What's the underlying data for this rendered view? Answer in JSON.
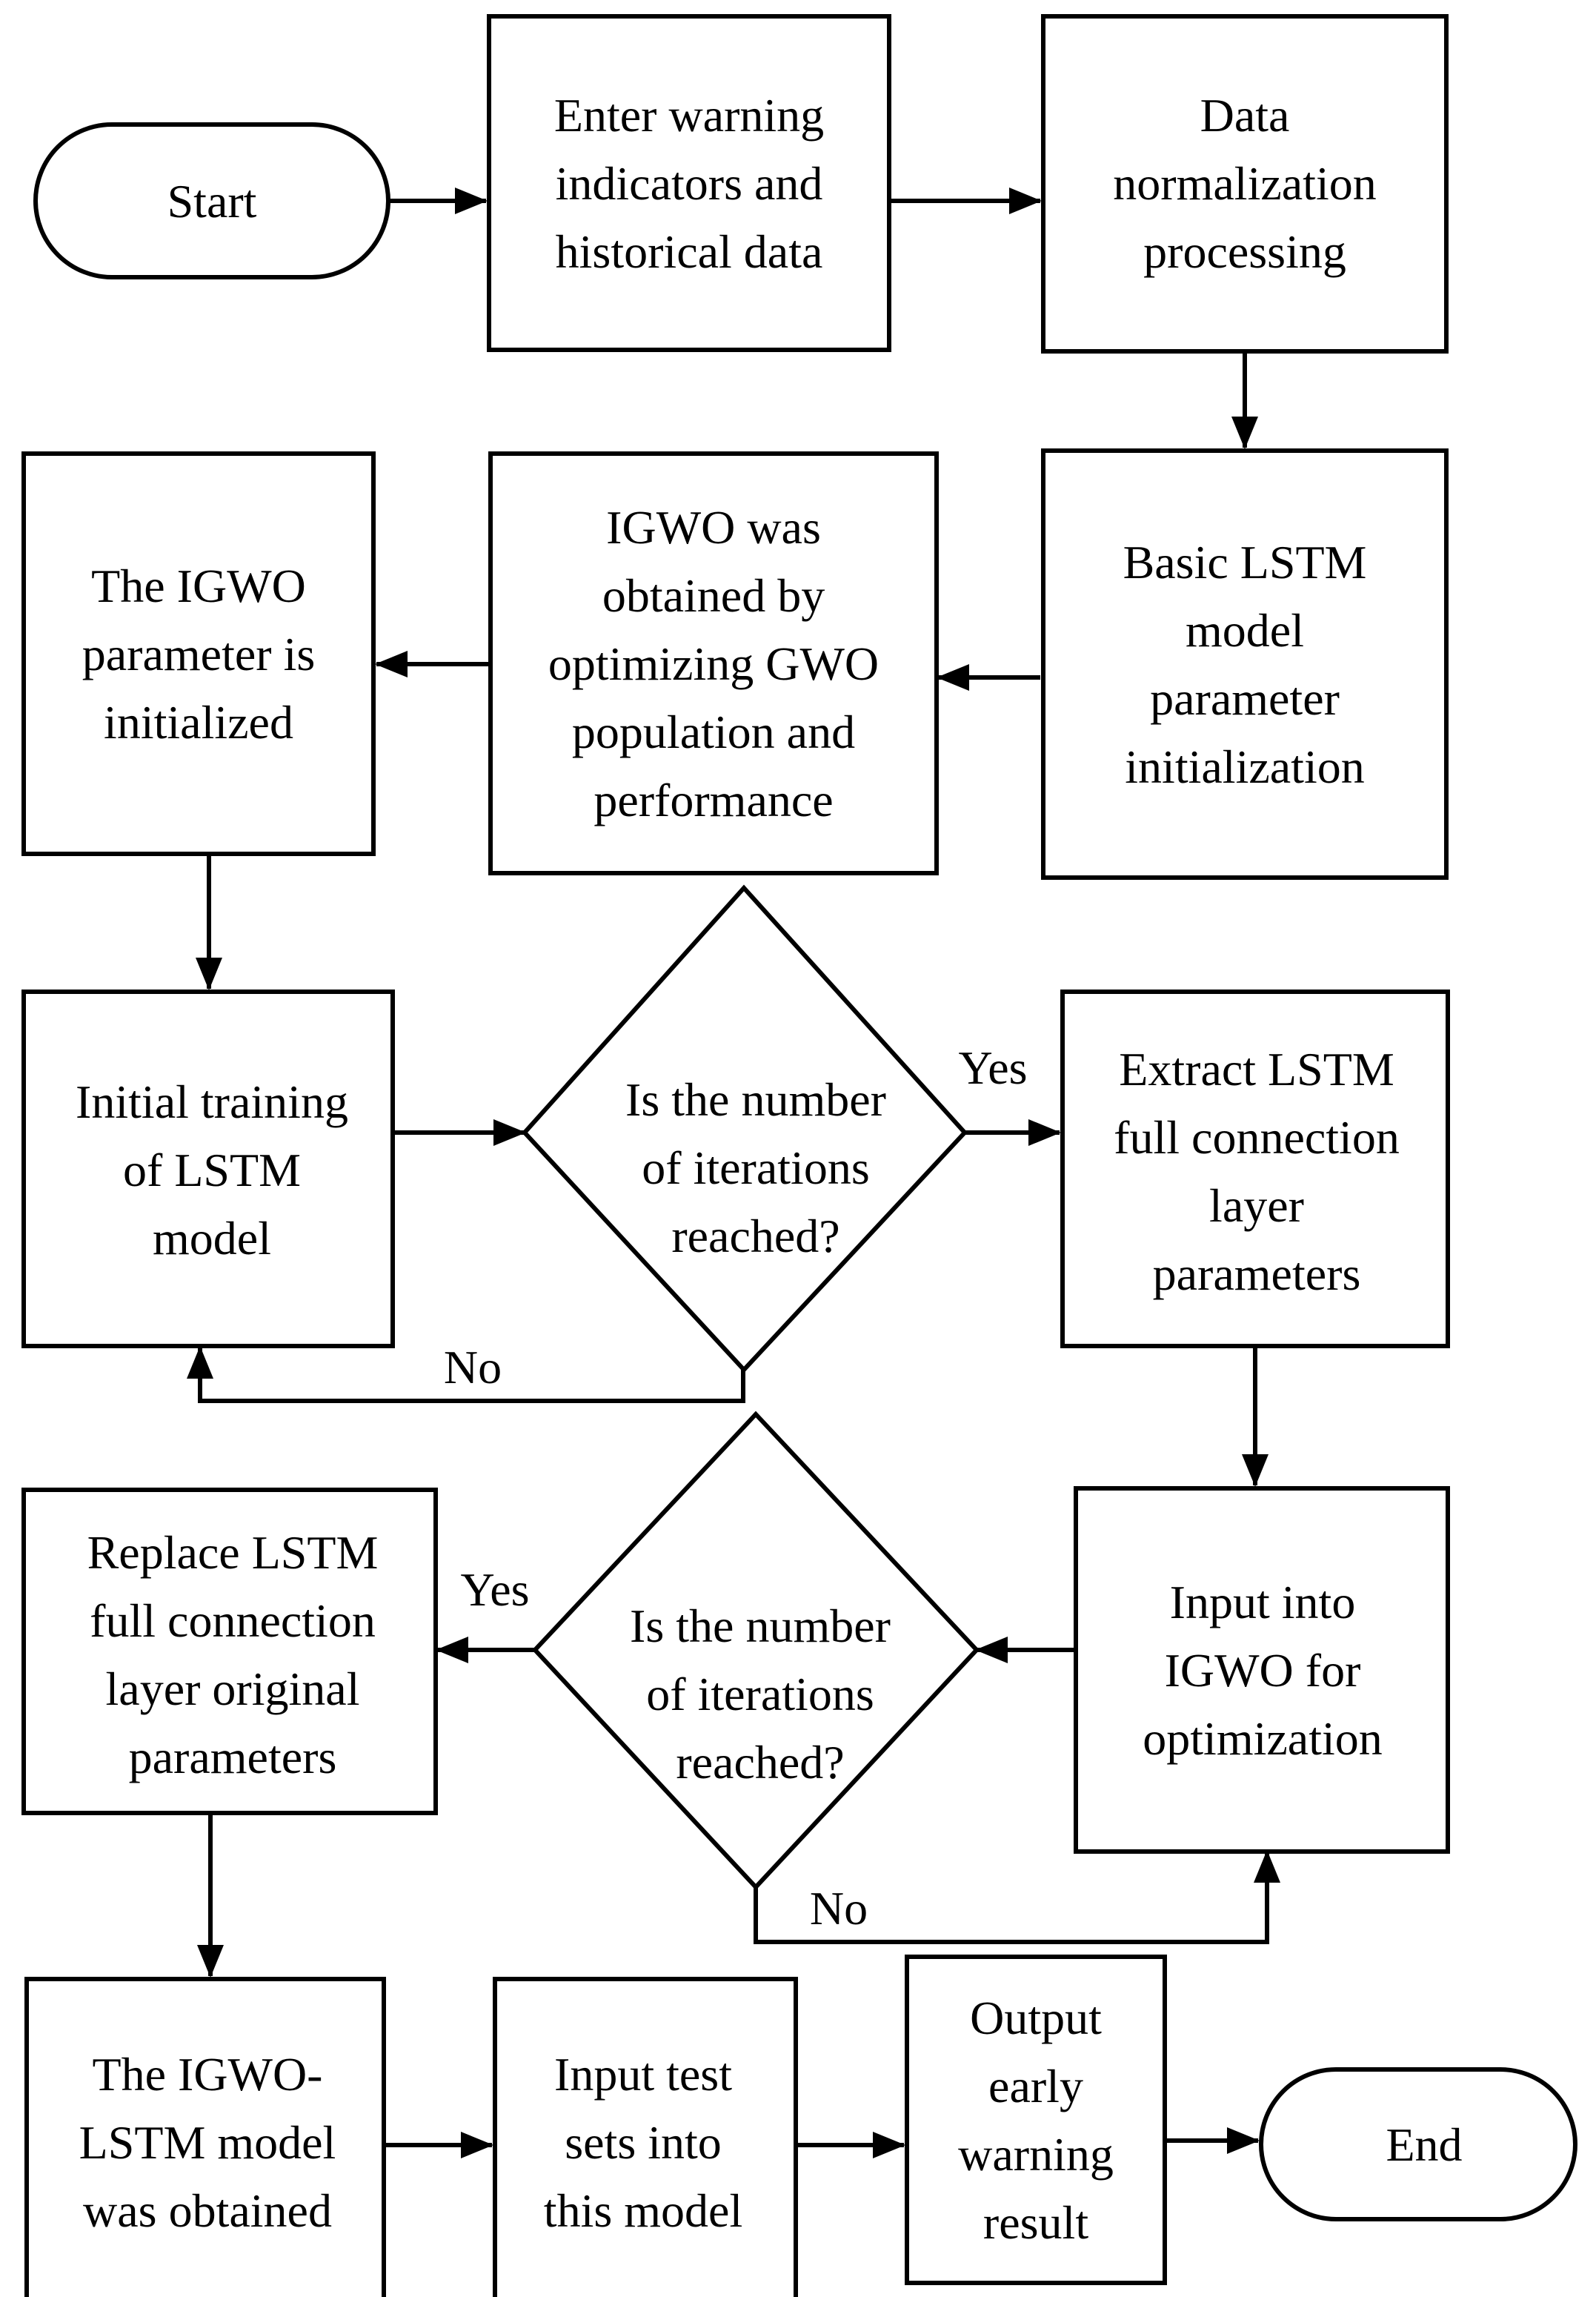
{
  "nodes": {
    "start": {
      "lines": [
        "Start"
      ]
    },
    "enter": {
      "lines": [
        "Enter warning",
        "indicators and",
        "historical data"
      ]
    },
    "normalize": {
      "lines": [
        "Data",
        "normalization",
        "processing"
      ]
    },
    "lstm_init": {
      "lines": [
        "Basic LSTM",
        "model",
        "parameter",
        "initialization"
      ]
    },
    "igwo_obtained": {
      "lines": [
        "IGWO was",
        "obtained by",
        "optimizing GWO",
        "population and",
        "performance"
      ]
    },
    "igwo_param": {
      "lines": [
        "The IGWO",
        "parameter is",
        "initialized"
      ]
    },
    "initial_training": {
      "lines": [
        "Initial training",
        "of LSTM",
        "model"
      ]
    },
    "decision1": {
      "lines": [
        "Is the number",
        "of iterations",
        "reached?"
      ]
    },
    "extract": {
      "lines": [
        "Extract LSTM",
        "full connection",
        "layer",
        "parameters"
      ]
    },
    "input_igwo": {
      "lines": [
        "Input into",
        "IGWO for",
        "optimization"
      ]
    },
    "decision2": {
      "lines": [
        "Is the number",
        "of iterations",
        "reached?"
      ]
    },
    "replace": {
      "lines": [
        "Replace LSTM",
        "full connection",
        "layer original",
        "parameters"
      ]
    },
    "model_obtained": {
      "lines": [
        "The IGWO-",
        "LSTM model",
        "was obtained"
      ]
    },
    "input_test": {
      "lines": [
        "Input test",
        "sets into",
        "this model"
      ]
    },
    "output": {
      "lines": [
        "Output",
        "early",
        "warning",
        "result"
      ]
    },
    "end": {
      "lines": [
        "End"
      ]
    }
  },
  "edge_labels": {
    "d1_yes": "Yes",
    "d1_no": "No",
    "d2_yes": "Yes",
    "d2_no": "No"
  }
}
